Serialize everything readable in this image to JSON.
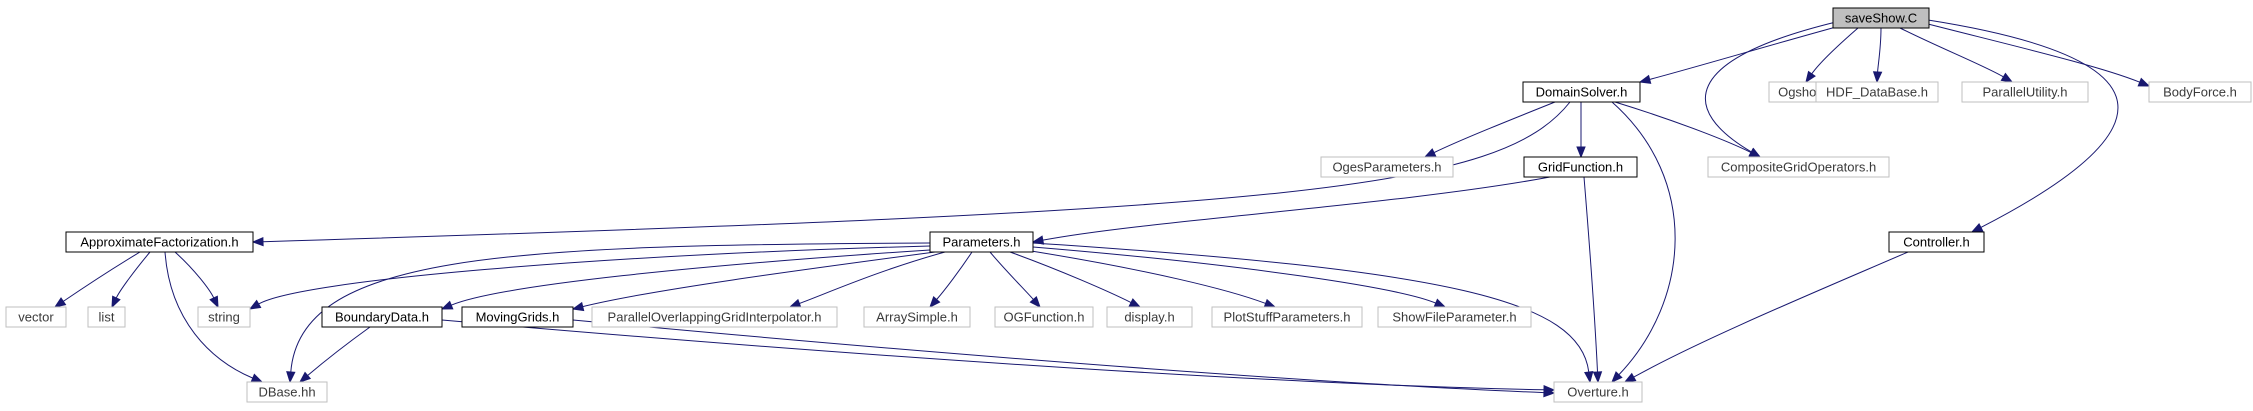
{
  "diagram": {
    "title": "",
    "colors": {
      "edge": "#191970",
      "root_fill": "#bfbfbf",
      "doc_border": "#000000",
      "ext_border": "#bfbfbf"
    },
    "nodes": [
      {
        "id": "saveShow",
        "label": "saveShow.C",
        "kind": "root"
      },
      {
        "id": "DomainSolver",
        "label": "DomainSolver.h",
        "kind": "doc"
      },
      {
        "id": "Ogshow",
        "label": "Ogshow.h",
        "kind": "ext"
      },
      {
        "id": "HDF",
        "label": "HDF_DataBase.h",
        "kind": "ext"
      },
      {
        "id": "ParallelUtility",
        "label": "ParallelUtility.h",
        "kind": "ext"
      },
      {
        "id": "BodyForce",
        "label": "BodyForce.h",
        "kind": "ext"
      },
      {
        "id": "OgesParameters",
        "label": "OgesParameters.h",
        "kind": "ext"
      },
      {
        "id": "GridFunction",
        "label": "GridFunction.h",
        "kind": "doc"
      },
      {
        "id": "CompositeGridOperators",
        "label": "CompositeGridOperators.h",
        "kind": "ext"
      },
      {
        "id": "ApproximateFactorization",
        "label": "ApproximateFactorization.h",
        "kind": "doc"
      },
      {
        "id": "Parameters",
        "label": "Parameters.h",
        "kind": "doc"
      },
      {
        "id": "Controller",
        "label": "Controller.h",
        "kind": "doc"
      },
      {
        "id": "vector",
        "label": "vector",
        "kind": "ext"
      },
      {
        "id": "list",
        "label": "list",
        "kind": "ext"
      },
      {
        "id": "string",
        "label": "string",
        "kind": "ext"
      },
      {
        "id": "BoundaryData",
        "label": "BoundaryData.h",
        "kind": "doc"
      },
      {
        "id": "MovingGrids",
        "label": "MovingGrids.h",
        "kind": "doc"
      },
      {
        "id": "POGI",
        "label": "ParallelOverlappingGridInterpolator.h",
        "kind": "ext"
      },
      {
        "id": "ArraySimple",
        "label": "ArraySimple.h",
        "kind": "ext"
      },
      {
        "id": "OGFunction",
        "label": "OGFunction.h",
        "kind": "ext"
      },
      {
        "id": "display",
        "label": "display.h",
        "kind": "ext"
      },
      {
        "id": "PlotStuffParameters",
        "label": "PlotStuffParameters.h",
        "kind": "ext"
      },
      {
        "id": "ShowFileParameter",
        "label": "ShowFileParameter.h",
        "kind": "ext"
      },
      {
        "id": "DBase",
        "label": "DBase.hh",
        "kind": "ext"
      },
      {
        "id": "Overture",
        "label": "Overture.h",
        "kind": "ext"
      }
    ],
    "edges": [
      [
        "saveShow",
        "DomainSolver"
      ],
      [
        "saveShow",
        "Ogshow"
      ],
      [
        "saveShow",
        "HDF"
      ],
      [
        "saveShow",
        "ParallelUtility"
      ],
      [
        "saveShow",
        "BodyForce"
      ],
      [
        "saveShow",
        "CompositeGridOperators"
      ],
      [
        "saveShow",
        "Controller"
      ],
      [
        "DomainSolver",
        "OgesParameters"
      ],
      [
        "DomainSolver",
        "GridFunction"
      ],
      [
        "DomainSolver",
        "CompositeGridOperators"
      ],
      [
        "DomainSolver",
        "ApproximateFactorization"
      ],
      [
        "DomainSolver",
        "Overture"
      ],
      [
        "GridFunction",
        "Parameters"
      ],
      [
        "GridFunction",
        "Overture"
      ],
      [
        "ApproximateFactorization",
        "vector"
      ],
      [
        "ApproximateFactorization",
        "list"
      ],
      [
        "ApproximateFactorization",
        "string"
      ],
      [
        "ApproximateFactorization",
        "DBase"
      ],
      [
        "Parameters",
        "string"
      ],
      [
        "Parameters",
        "DBase"
      ],
      [
        "Parameters",
        "BoundaryData"
      ],
      [
        "Parameters",
        "MovingGrids"
      ],
      [
        "Parameters",
        "POGI"
      ],
      [
        "Parameters",
        "ArraySimple"
      ],
      [
        "Parameters",
        "OGFunction"
      ],
      [
        "Parameters",
        "display"
      ],
      [
        "Parameters",
        "PlotStuffParameters"
      ],
      [
        "Parameters",
        "ShowFileParameter"
      ],
      [
        "Parameters",
        "Overture"
      ],
      [
        "BoundaryData",
        "DBase"
      ],
      [
        "BoundaryData",
        "Overture"
      ],
      [
        "MovingGrids",
        "Overture"
      ],
      [
        "Controller",
        "Overture"
      ]
    ]
  }
}
